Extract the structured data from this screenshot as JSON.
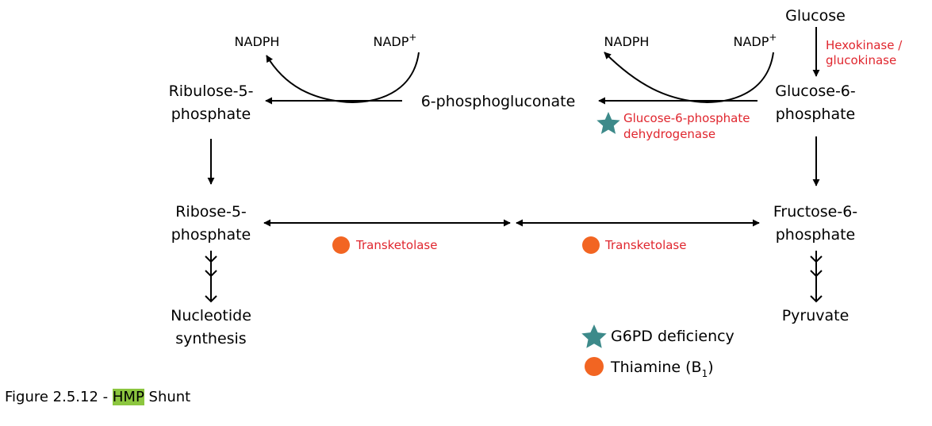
{
  "nodes": {
    "glucose": "Glucose",
    "g6p_1": "Glucose-6-",
    "g6p_2": "phosphate",
    "pgluconate": "6-phosphogluconate",
    "ru5p_1": "Ribulose-5-",
    "ru5p_2": "phosphate",
    "r5p_1": "Ribose-5-",
    "r5p_2": "phosphate",
    "f6p_1": "Fructose-6-",
    "f6p_2": "phosphate",
    "nuc_1": "Nucleotide",
    "nuc_2": "synthesis",
    "pyruvate": "Pyruvate"
  },
  "cofactors": {
    "nadph_left": "NADPH",
    "nadp_left": "NADP",
    "nadph_right": "NADPH",
    "nadp_right": "NADP",
    "plus": "+"
  },
  "enzymes": {
    "hexokinase_1": "Hexokinase /",
    "hexokinase_2": "glucokinase",
    "g6pd_1": "Glucose-6-phosphate",
    "g6pd_2": "dehydrogenase",
    "transketolase_left": "Transketolase",
    "transketolase_right": "Transketolase"
  },
  "legend": {
    "g6pd": "G6PD deficiency",
    "thiamine_pre": "Thiamine (B",
    "thiamine_sub": "1",
    "thiamine_post": ")"
  },
  "caption": {
    "prefix": "Figure 2.5.12 - ",
    "highlight": "HMP",
    "suffix": " Shunt"
  },
  "colors": {
    "enzyme_text": "#e0262e",
    "star_marker": "#3d8a8a",
    "dot_marker": "#f26522",
    "highlight": "#8cc63f"
  },
  "icons": {
    "g6pd_marker": "star-icon",
    "thiamine_marker": "circle-icon"
  }
}
